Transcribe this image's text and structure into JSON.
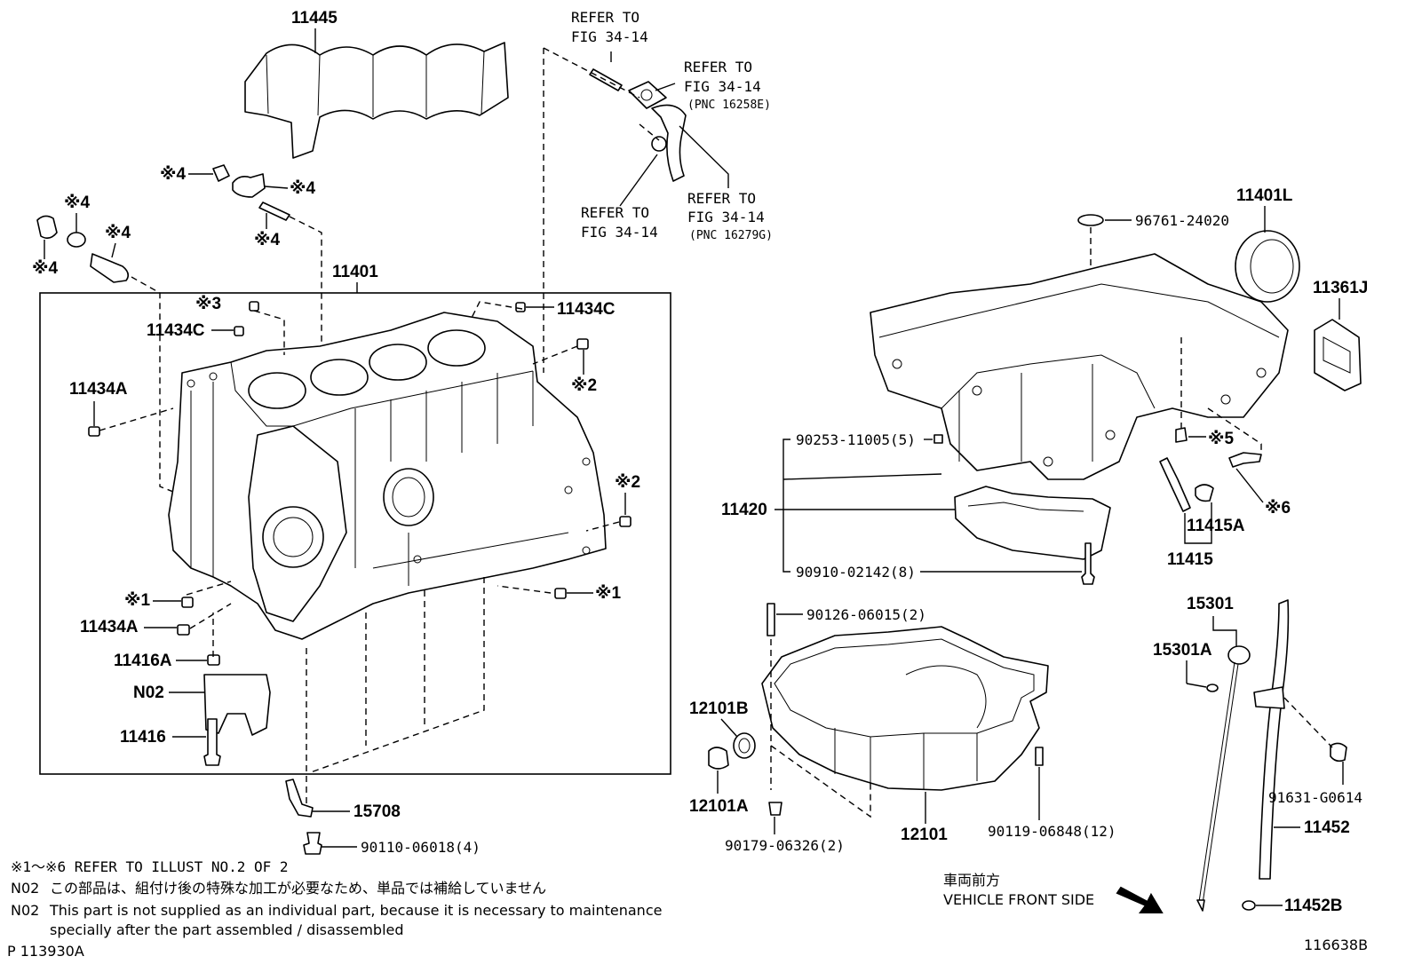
{
  "labels": {
    "p11445": "11445",
    "refer_top1_a": "REFER TO",
    "refer_top1_b": "FIG 34-14",
    "refer_top2_a": "REFER TO",
    "refer_top2_b": "FIG 34-14",
    "refer_top2_c": "(PNC 16258E)",
    "refer_mid1_a": "REFER TO",
    "refer_mid1_b": "FIG 34-14",
    "refer_mid2_a": "REFER TO",
    "refer_mid2_b": "FIG 34-14",
    "refer_mid2_c": "(PNC 16279G)",
    "x4_a": "※4",
    "x4_b": "※4",
    "x4_c": "※4",
    "x4_d": "※4",
    "x4_e": "※4",
    "x4_f": "※4",
    "x3": "※3",
    "x2_a": "※2",
    "x2_b": "※2",
    "x1_a": "※1",
    "x1_b": "※1",
    "x5": "※5",
    "x6": "※6",
    "p11401": "11401",
    "p11434C_a": "11434C",
    "p11434C_b": "11434C",
    "p11434A_a": "11434A",
    "p11434A_b": "11434A",
    "p11416A": "11416A",
    "pN02": "N02",
    "p11416": "11416",
    "p15708": "15708",
    "p90110": "90110-06018(4)",
    "p96761": "96761-24020",
    "p11401L": "11401L",
    "p11361J": "11361J",
    "p90253": "90253-11005(5)",
    "p11420": "11420",
    "p90910": "90910-02142(8)",
    "p11415A": "11415A",
    "p11415": "11415",
    "p90126": "90126-06015(2)",
    "p15301": "15301",
    "p15301A": "15301A",
    "p12101B": "12101B",
    "p12101A": "12101A",
    "p90179": "90179-06326(2)",
    "p12101": "12101",
    "p90119": "90119-06848(12)",
    "p91631": "91631-G0614",
    "p11452": "11452",
    "p11452B": "11452B"
  },
  "notes": {
    "note1": "※1～※6 REFER TO ILLUST NO.2 OF 2",
    "n02_jp_code": "N02",
    "n02_jp": "この部品は、組付け後の特殊な加工が必要なため、単品では補給していません",
    "n02_en_code": "N02",
    "n02_en_1": "This part is not supplied as an individual part, because it is necessary to maintenance",
    "n02_en_2": "specially after the part assembled / disassembled",
    "footer_left": "P 113930A",
    "footer_right": "116638B",
    "vehicle_front_jp": "車両前方",
    "vehicle_front_en": "VEHICLE FRONT SIDE"
  }
}
